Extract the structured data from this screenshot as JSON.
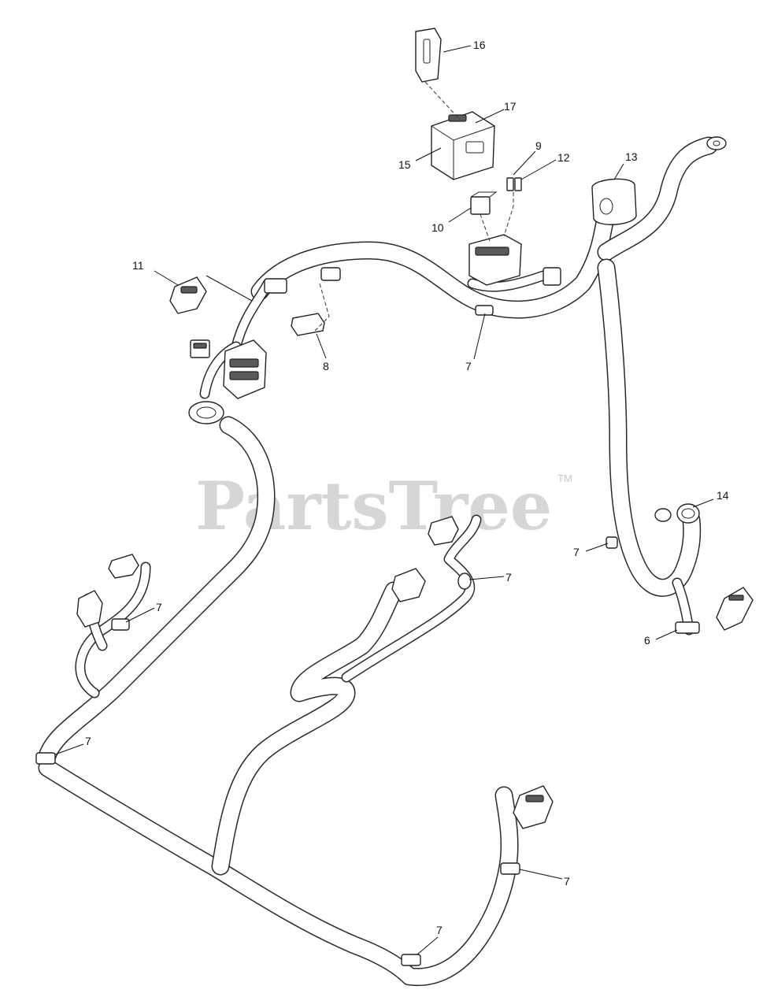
{
  "watermark": {
    "text": "PartsTree",
    "trademark": "TM"
  },
  "callouts": [
    {
      "id": "c16",
      "label": "16"
    },
    {
      "id": "c17",
      "label": "17"
    },
    {
      "id": "c15",
      "label": "15"
    },
    {
      "id": "c9",
      "label": "9"
    },
    {
      "id": "c12",
      "label": "12"
    },
    {
      "id": "c13",
      "label": "13"
    },
    {
      "id": "c10",
      "label": "10"
    },
    {
      "id": "c11",
      "label": "11"
    },
    {
      "id": "c8",
      "label": "8"
    },
    {
      "id": "c7a",
      "label": "7"
    },
    {
      "id": "c14",
      "label": "14"
    },
    {
      "id": "c7b",
      "label": "7"
    },
    {
      "id": "c7c",
      "label": "7"
    },
    {
      "id": "c7d",
      "label": "7"
    },
    {
      "id": "c6",
      "label": "6"
    },
    {
      "id": "c7e",
      "label": "7"
    },
    {
      "id": "c7f",
      "label": "7"
    },
    {
      "id": "c7g",
      "label": "7"
    }
  ]
}
